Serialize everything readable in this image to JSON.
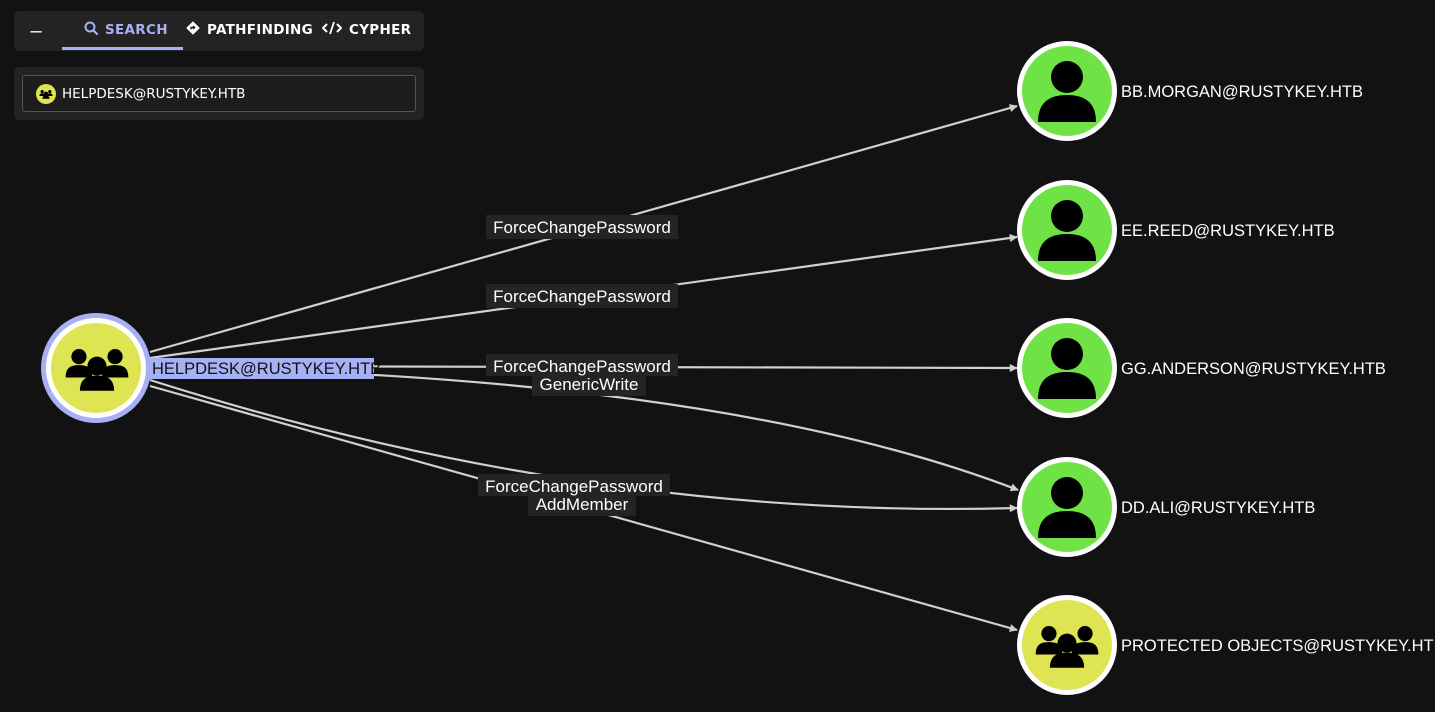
{
  "toolbar": {
    "collapse_label": "–",
    "tabs": [
      {
        "label": "SEARCH",
        "icon": "search-icon",
        "active": true
      },
      {
        "label": "PATHFINDING",
        "icon": "pathfinding-icon",
        "active": false
      },
      {
        "label": "CYPHER",
        "icon": "code-icon",
        "active": false
      }
    ],
    "accent_color": "#a6b0f5"
  },
  "search": {
    "value": "HELPDESK@RUSTYKEY.HTB",
    "node_icon": "group-icon"
  },
  "graph": {
    "colors": {
      "group_node": "#dfe453",
      "user_node": "#6fe245",
      "selected_ring": "#a6b0f5",
      "edge": "#d0d0d0"
    },
    "source": {
      "label": "HELPDESK@RUSTYKEY.HTB",
      "type": "group",
      "selected": true
    },
    "targets": [
      {
        "label": "BB.MORGAN@RUSTYKEY.HTB",
        "type": "user"
      },
      {
        "label": "EE.REED@RUSTYKEY.HTB",
        "type": "user"
      },
      {
        "label": "GG.ANDERSON@RUSTYKEY.HTB",
        "type": "user"
      },
      {
        "label": "DD.ALI@RUSTYKEY.HTB",
        "type": "user"
      },
      {
        "label": "PROTECTED OBJECTS@RUSTYKEY.HTB",
        "type": "group"
      }
    ],
    "edge_labels": [
      {
        "lines": [
          "ForceChangePassword"
        ]
      },
      {
        "lines": [
          "ForceChangePassword"
        ]
      },
      {
        "lines": [
          "ForceChangePassword",
          "GenericWrite"
        ]
      },
      {
        "lines": [
          "ForceChangePassword",
          "AddMember"
        ]
      }
    ]
  }
}
